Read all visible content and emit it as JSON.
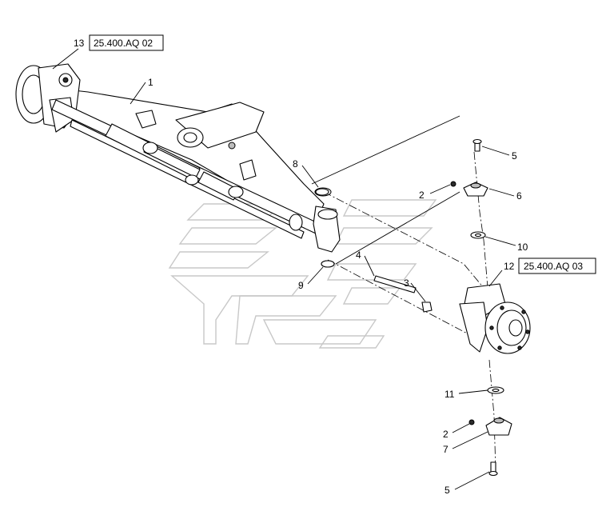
{
  "diagram": {
    "callouts": [
      {
        "id": "c1",
        "label": "1"
      },
      {
        "id": "c2a",
        "label": "2"
      },
      {
        "id": "c2b",
        "label": "2"
      },
      {
        "id": "c3",
        "label": "3"
      },
      {
        "id": "c4",
        "label": "4"
      },
      {
        "id": "c5a",
        "label": "5"
      },
      {
        "id": "c5b",
        "label": "5"
      },
      {
        "id": "c6",
        "label": "6"
      },
      {
        "id": "c7",
        "label": "7"
      },
      {
        "id": "c8",
        "label": "8"
      },
      {
        "id": "c9",
        "label": "9"
      },
      {
        "id": "c10",
        "label": "10"
      },
      {
        "id": "c11",
        "label": "11"
      },
      {
        "id": "c12",
        "label": "12"
      },
      {
        "id": "c13",
        "label": "13"
      }
    ],
    "references": {
      "left_axle_end": "25.400.AQ 02",
      "right_wheel_hub": "25.400.AQ 03"
    }
  }
}
